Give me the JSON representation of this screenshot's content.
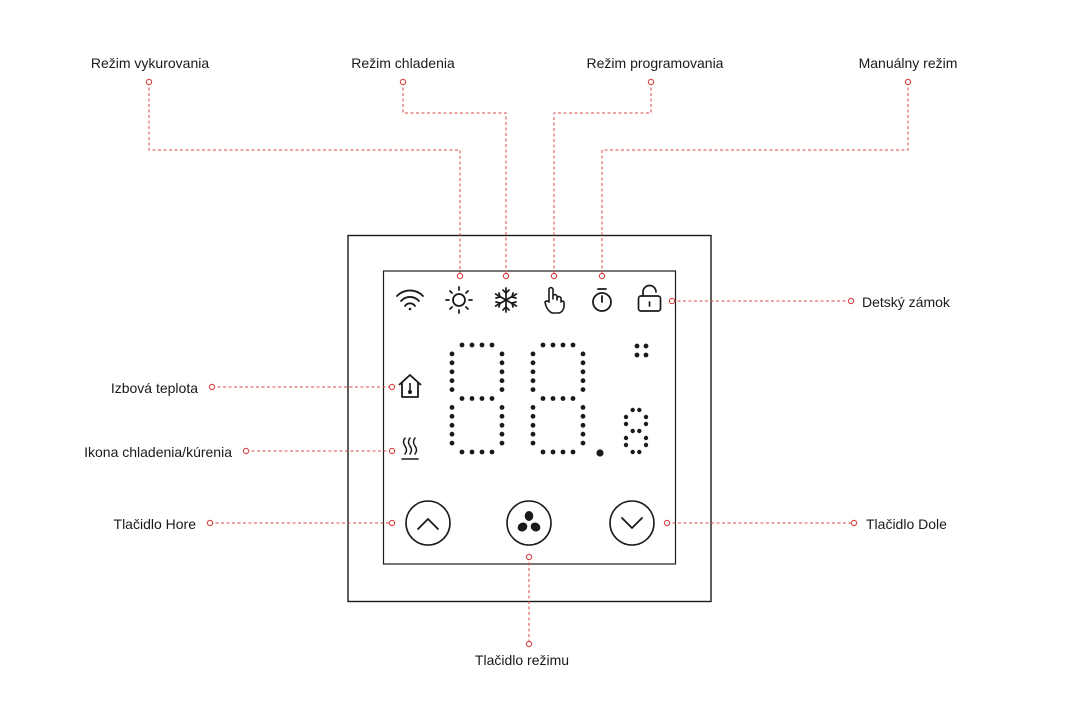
{
  "callouts": {
    "heating_mode": "Režim vykurovania",
    "cooling_mode": "Režim chladenia",
    "programming_mode": "Režim programovania",
    "manual_mode": "Manuálny režim",
    "child_lock": "Detský zámok",
    "room_temperature": "Izbová teplota",
    "cool_heat_icon": "Ikona chladenia/kúrenia",
    "up_button": "Tlačidlo Hore",
    "down_button": "Tlačidlo Dole",
    "mode_button": "Tlačidlo režimu"
  },
  "display": {
    "digits": "88.8",
    "icons": [
      "wifi-icon",
      "sun-icon",
      "snowflake-icon",
      "hand-icon",
      "timer-icon",
      "lock-icon",
      "house-thermometer-icon",
      "heat-waves-icon",
      "chevron-up-icon",
      "fan-icon",
      "chevron-down-icon"
    ]
  },
  "colors": {
    "leader_line": "#d94a4a",
    "outline": "#1a1a1a"
  }
}
